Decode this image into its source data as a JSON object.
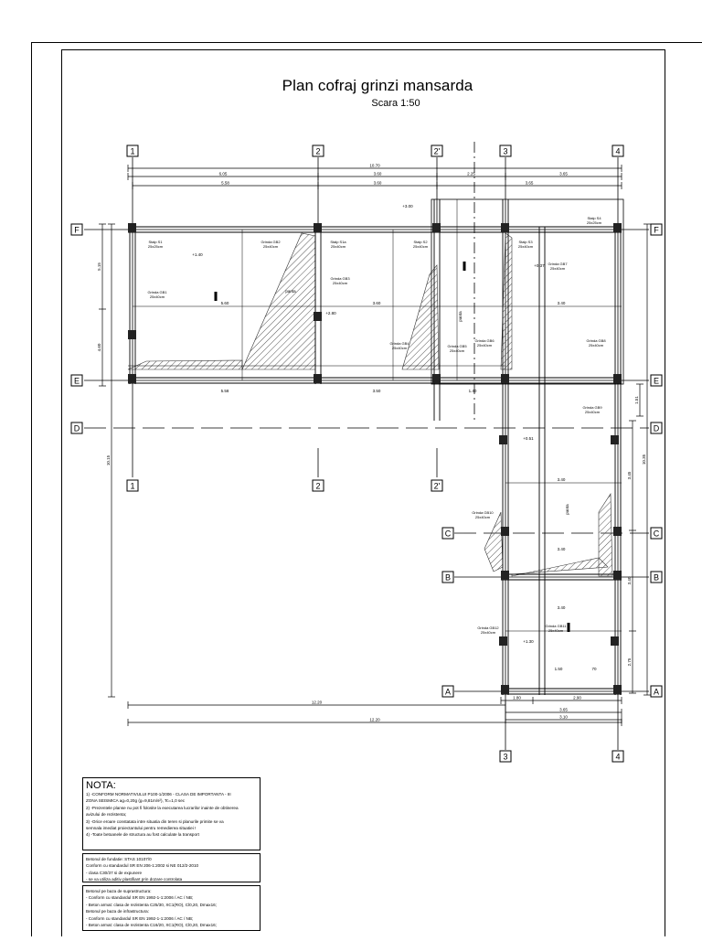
{
  "drawing": {
    "title": "Plan cofraj grinzi mansarda",
    "scale": "Scara 1:50",
    "axes_top": [
      "1",
      "2",
      "2'",
      "3",
      "4"
    ],
    "axes_mid": [
      "1",
      "2",
      "2'"
    ],
    "axes_bottom": [
      "3",
      "4"
    ],
    "rows": [
      "F",
      "E",
      "D",
      "C",
      "B",
      "A"
    ],
    "dims": {
      "overall_top": "10.70",
      "top_row1": [
        "6.05",
        "3.60",
        "2.25",
        "3.65"
      ],
      "top_row2": [
        "5.58",
        "3.60",
        "3.65"
      ],
      "left_upper": [
        "5.15",
        "4.60"
      ],
      "left_lower": "10.15",
      "right_upper": "1.51",
      "right_lower": [
        "10.35",
        "3.45",
        "3.40",
        "2.75"
      ],
      "bottom_a": "12.20",
      "bottom_b": "12.20",
      "bottom_right": [
        "1.80",
        "2.90"
      ],
      "bottom_right2": [
        "3.65",
        "3.10"
      ],
      "inner_spans": [
        "5.60",
        "3.60",
        "3.40",
        "3.40",
        "3.40",
        "3.40"
      ],
      "e_line": [
        "5.58",
        "3.50",
        "1.40"
      ],
      "openings": [
        "1.50",
        "70"
      ]
    },
    "beam_labels": [
      "Grinda GB1\n25x40cm",
      "Grinda GB2\n25x40cm",
      "Grinda GB3\n25x40cm",
      "Grinda GB4\n25x40cm",
      "Grinda GB5\n25x40cm",
      "Grinda GB6\n25x40cm",
      "Grinda GB7\n25x40cm",
      "Grinda GB8\n25x40cm",
      "Grinda GB9\n25x40cm",
      "Grinda GB10\n25x40cm",
      "Grinda GB11\n25x40cm",
      "Grinda GB12\n25x40cm"
    ],
    "slab_labels": [
      "Stalp S1\n25x25cm",
      "Stalp S1a\n25x40cm",
      "Stalp S2\n25x40cm",
      "Stalp S3\n25x40cm",
      "Stalp S4\n25x25cm"
    ],
    "level_marks": [
      "+1.40",
      "+3.00",
      "+2.80",
      "+0.37",
      "+0.51",
      "+1.30"
    ],
    "word_marks": [
      "panta",
      "panta",
      "panta"
    ]
  },
  "notes": {
    "heading": "NOTA:",
    "lines": [
      "1) -CONFORM NORMATIVULUI P100-1/2006 - CLASA DE IMPORTANTA - III",
      "   ZONA SEISMICA ag=0,20g (g=9,81m/s²), Tc=1,0 sec",
      "2) -Prezentele planse nu pot fi folosite la executarea lucrarilor inainte de obtinerea",
      "   avizului de rezistenta;",
      "3) -Orice eroare constatata intre situatia din teren si planurile primite se va",
      "   semnala imediat proiectantului pentru remedierea situatiei !",
      "4) -Toate betoanele de structura au fost calculate la transport"
    ],
    "box2": [
      "Betonul de fundatie: STAS 10107/0",
      "Conform cu standardul SR EN 206-1:2002 si NE 012/2-2010",
      " - clasa C30/37 si de expunere",
      " - se va utiliza aditiv plastifiant prin dozare controlata"
    ],
    "box3": [
      "Betonul pe baza de suprastructura:",
      " - Conform cu standardul SR EN 1992-1-1:2006 / AC / NB;",
      " - Beton armat: clasa de rezistenta C25/30, XC1(RO), Cl0,20, Dmax16;",
      "Betonul pe baza de infrastructura:",
      " - Conform cu standardul SR EN 1992-1-1:2006 / AC / NB;",
      " - Beton armat: clasa de rezistenta C16/20, XC1(RO), Cl0,20, Dmax16;"
    ]
  }
}
